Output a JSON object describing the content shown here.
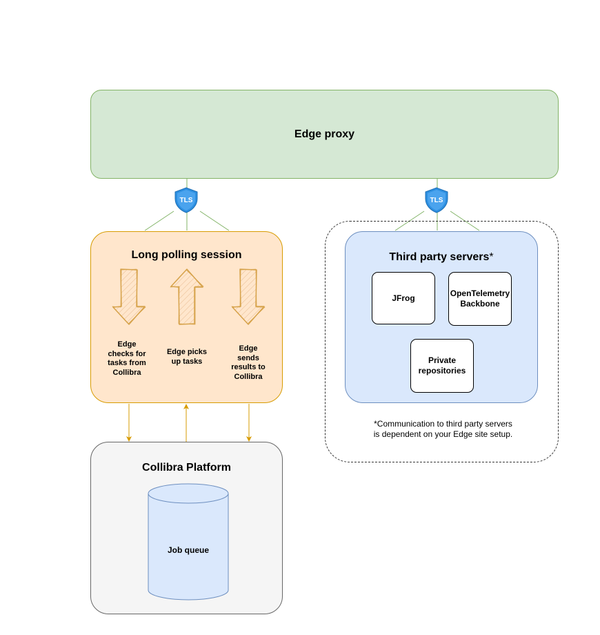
{
  "edge_proxy": {
    "title": "Edge proxy"
  },
  "polling_session": {
    "title": "Long polling session",
    "steps": [
      {
        "label": "Edge checks for tasks from Collibra",
        "direction": "down"
      },
      {
        "label": "Edge picks up tasks",
        "direction": "up"
      },
      {
        "label": "Edge sends results to Collibra",
        "direction": "down"
      }
    ]
  },
  "collibra_platform": {
    "title": "Collibra Platform",
    "queue_label": "Job queue"
  },
  "third_party": {
    "title": "Third party servers",
    "title_suffix": "*",
    "servers": [
      {
        "label": "JFrog"
      },
      {
        "label": "OpenTelemetry Backbone"
      },
      {
        "label": "Private repositories"
      }
    ],
    "note": "*Communication to third party servers is dependent on your Edge site setup."
  },
  "tls_badges": [
    {
      "label": "TLS",
      "icon": "tls-shield-icon"
    },
    {
      "label": "TLS",
      "icon": "tls-shield-icon"
    }
  ],
  "colors": {
    "edge_proxy_fill": "#d5e8d4",
    "edge_proxy_border": "#82b366",
    "polling_fill": "#ffe6cc",
    "polling_border": "#d79b00",
    "platform_fill": "#f5f5f5",
    "platform_border": "#666666",
    "third_party_fill": "#dae8fc",
    "third_party_border": "#6c8ebf",
    "tls_shield": "#2d8fe0",
    "connector_green": "#82b366",
    "connector_orange": "#d79b00"
  }
}
